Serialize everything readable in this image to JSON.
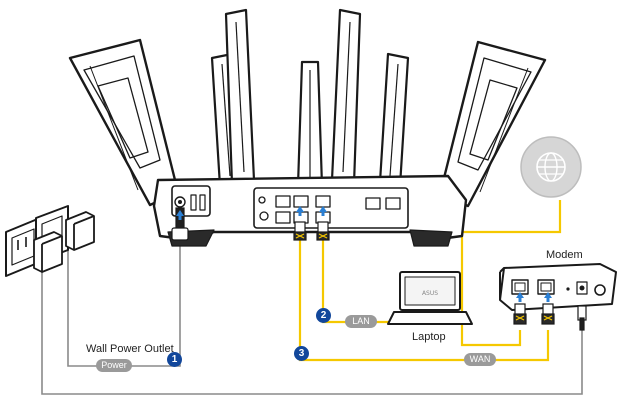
{
  "labels": {
    "modem": "Modem",
    "laptop": "Laptop",
    "wall_power_outlet": "Wall Power Outlet",
    "lan": "LAN",
    "power": "Power",
    "wan": "WAN"
  },
  "steps": {
    "step1": "1",
    "step2": "2",
    "step3": "3"
  },
  "laptop_screen_text": "ASUS",
  "colors": {
    "cable_yellow": "#f5c800",
    "outline": "#1a1a1a",
    "cord_gray": "#8a8a8a",
    "badge_blue": "#12479b",
    "pill_gray": "#9a9a9a"
  }
}
